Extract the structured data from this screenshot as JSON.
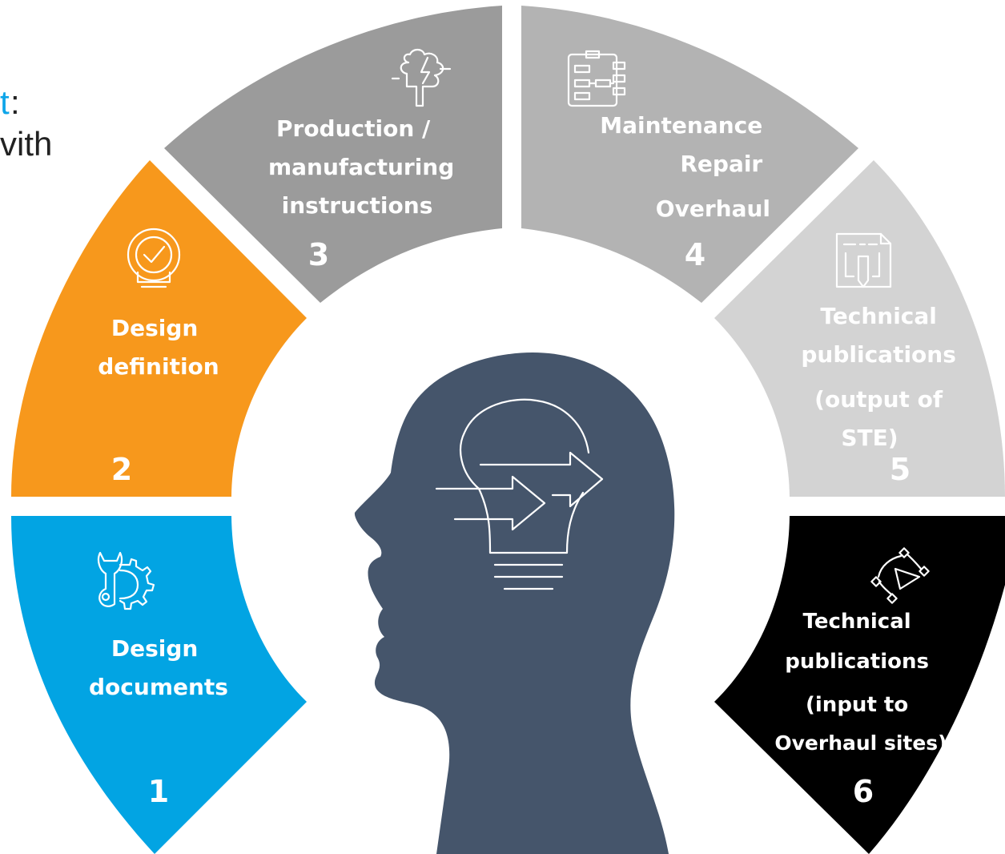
{
  "cut_off_text": {
    "accent_fragment": "t",
    "colon": ":",
    "line2": "vith"
  },
  "colors": {
    "accent": "#0ea5e9",
    "seg1": "#02a4e3",
    "seg2": "#f7981c",
    "seg3": "#9b9b9b",
    "seg4": "#b3b3b3",
    "seg5": "#d3d3d3",
    "seg6": "#000000",
    "head": "#45556b"
  },
  "segments": [
    {
      "num": "1",
      "lines": [
        "Design",
        "documents"
      ],
      "icon": "wrench-gear-icon"
    },
    {
      "num": "2",
      "lines": [
        "Design",
        "definition"
      ],
      "icon": "lightbulb-check-icon"
    },
    {
      "num": "3",
      "lines": [
        "Production /",
        "manufacturing",
        "instructions"
      ],
      "icon": "circuit-chip-icon"
    },
    {
      "num": "4",
      "lines": [
        "Maintenance",
        "Repair",
        "Overhaul"
      ],
      "icon": "flowchart-icon"
    },
    {
      "num": "5",
      "lines": [
        "Technical",
        "publications",
        "(output of",
        "STE)"
      ],
      "icon": "blueprint-pencil-icon"
    },
    {
      "num": "6",
      "lines": [
        "Technical",
        "publications",
        "(input to",
        "Overhaul sites)"
      ],
      "icon": "vector-pen-icon"
    }
  ],
  "center_icon": "head-lightbulb-arrows-icon"
}
